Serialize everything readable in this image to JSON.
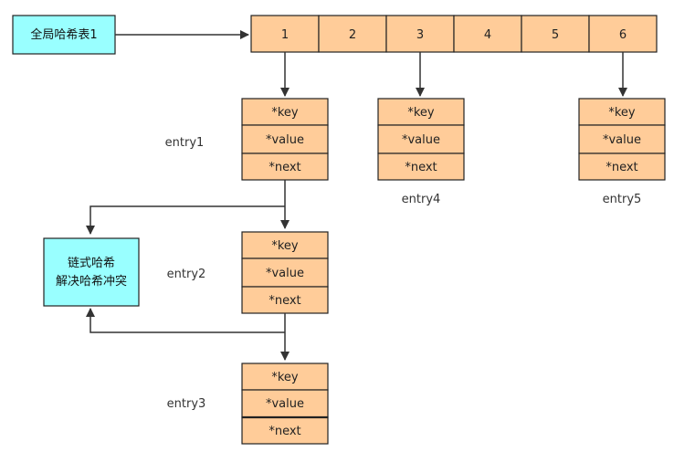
{
  "global_table": {
    "label": "全局哈希表1"
  },
  "buckets": [
    "1",
    "2",
    "3",
    "4",
    "5",
    "6"
  ],
  "entries": {
    "entry1": {
      "label": "entry1",
      "fields": [
        "*key",
        "*value",
        "*next"
      ]
    },
    "entry2": {
      "label": "entry2",
      "fields": [
        "*key",
        "*value",
        "*next"
      ]
    },
    "entry3": {
      "label": "entry3",
      "fields": [
        "*key",
        "*value",
        "*next"
      ]
    },
    "entry4": {
      "label": "entry4",
      "fields": [
        "*key",
        "*value",
        "*next"
      ]
    },
    "entry5": {
      "label": "entry5",
      "fields": [
        "*key",
        "*value",
        "*next"
      ]
    }
  },
  "chain_note": {
    "line1": "链式哈希",
    "line2": "解决哈希冲突"
  },
  "colors": {
    "orange_fill": "#FFCC99",
    "cyan_fill": "#99FFFF",
    "stroke": "#222222",
    "line": "#333333"
  }
}
